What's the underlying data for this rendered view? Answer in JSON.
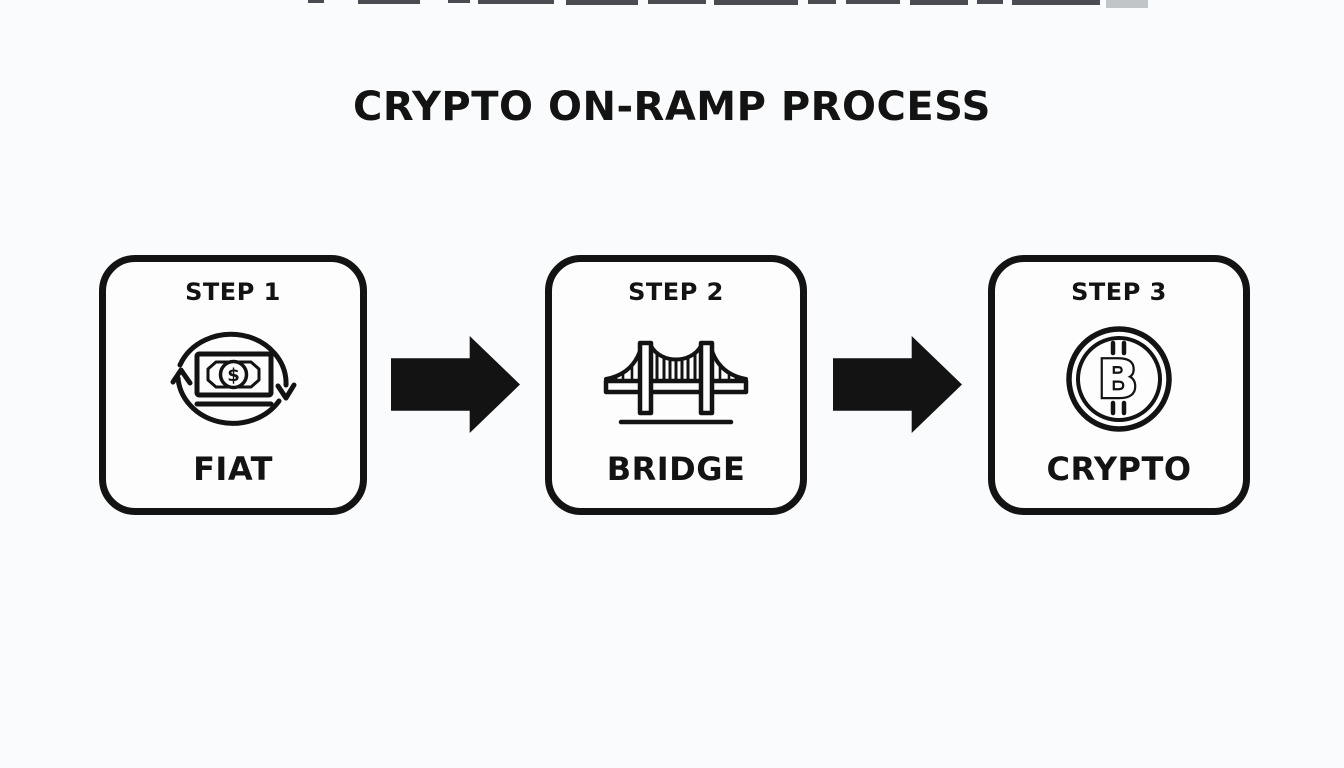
{
  "title": "CRYPTO ON-RAMP PROCESS",
  "steps": [
    {
      "step_label": "STEP 1",
      "name": "FIAT",
      "icon": "fiat-currency-exchange-icon",
      "icon_symbol": "$"
    },
    {
      "step_label": "STEP 2",
      "name": "BRIDGE",
      "icon": "suspension-bridge-icon"
    },
    {
      "step_label": "STEP 3",
      "name": "CRYPTO",
      "icon": "bitcoin-coin-icon",
      "icon_symbol": "B"
    }
  ],
  "connectors": [
    {
      "type": "solid-right-arrow"
    },
    {
      "type": "solid-right-arrow"
    }
  ],
  "colors": {
    "ink": "#131313",
    "background": "#fafbfc",
    "box_fill": "#fdfdfe"
  }
}
